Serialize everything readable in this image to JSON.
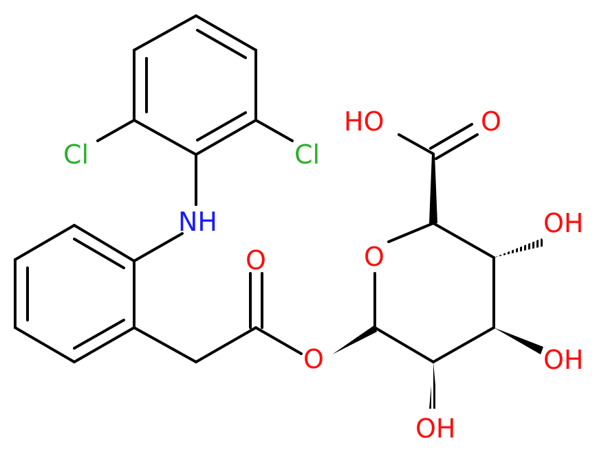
{
  "molecule": {
    "atom_labels": {
      "cl_left": "Cl",
      "cl_right": "Cl",
      "nh": "NH",
      "ester_carbonyl_o": "O",
      "ester_o": "O",
      "ring_o": "O",
      "acid_oh": "HO",
      "acid_o": "O",
      "oh_c3": "OH",
      "oh_c4": "OH",
      "oh_c5": "OH"
    },
    "colors": {
      "bond": "#000000",
      "chlorine": "#2bb02b",
      "nitrogen": "#1a1aff",
      "oxygen": "#ff0d0d"
    }
  }
}
